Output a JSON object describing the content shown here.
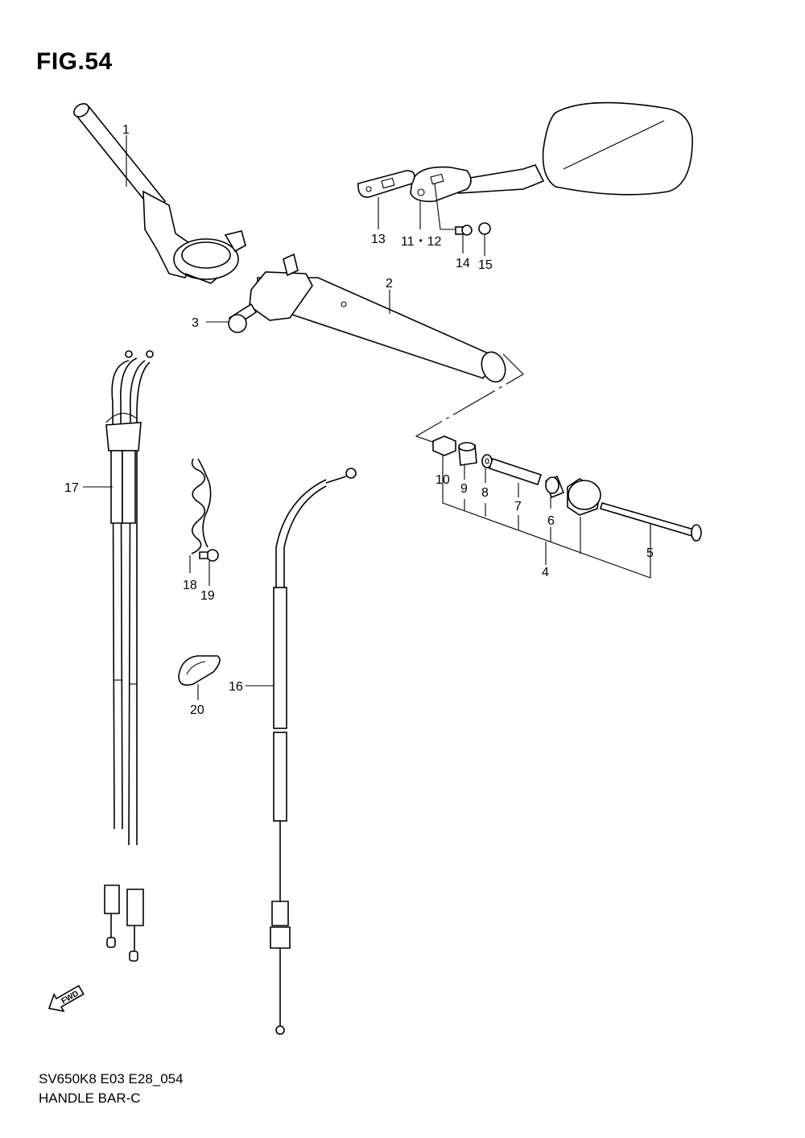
{
  "figure": {
    "title": "FIG.54",
    "model_code": "SV650K8 E03 E28_054",
    "name": "HANDLE BAR-C"
  },
  "callouts": {
    "c1": "1",
    "c2": "2",
    "c3": "3",
    "c4": "4",
    "c5": "5",
    "c6": "6",
    "c7": "7",
    "c8": "8",
    "c9": "9",
    "c10": "10",
    "c11_12": "11・12",
    "c13": "13",
    "c14": "14",
    "c15": "15",
    "c16": "16",
    "c17": "17",
    "c18": "18",
    "c19": "19",
    "c20": "20"
  },
  "direction_marker": {
    "label": "FWD",
    "icon": "fwd-arrow-icon"
  }
}
